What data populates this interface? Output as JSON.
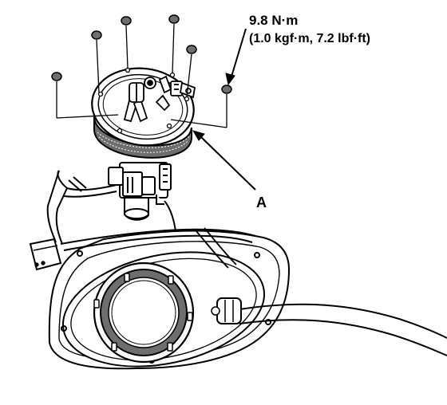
{
  "torque_spec": {
    "line1": "9.8 N·m",
    "line2": "(1.0 kgf·m, 7.2 lbf·ft)"
  },
  "part_label": "A",
  "colors": {
    "ink": "#000000",
    "paper": "#ffffff",
    "shade": "#6e6e6e"
  }
}
